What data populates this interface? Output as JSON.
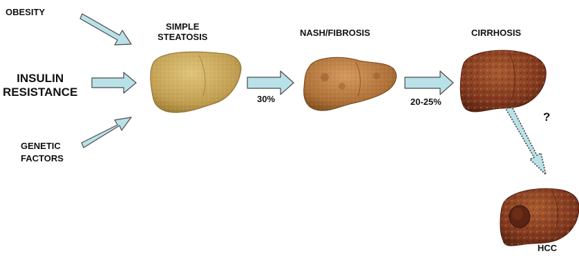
{
  "causes": {
    "obesity": "OBESITY",
    "insulin_line1": "INSULIN",
    "insulin_line2": "RESISTANCE",
    "genetic_line1": "GENETIC",
    "genetic_line2": "FACTORS"
  },
  "stages": {
    "steatosis_line1": "SIMPLE",
    "steatosis_line2": "STEATOSIS",
    "nash": "NASH/FIBROSIS",
    "cirrhosis": "CIRRHOSIS",
    "hcc": "HCC"
  },
  "transitions": {
    "steatosis_to_nash": "30%",
    "nash_to_cirrhosis": "20-25%",
    "cirrhosis_to_hcc": "?"
  },
  "colors": {
    "arrow_fill": "#b9e1e8",
    "arrow_stroke": "#4a4a4a",
    "steatosis_liver": "#c9a95a",
    "nash_liver": "#b57a42",
    "cirrhosis_liver": "#8a3e22",
    "hcc_liver": "#7f3520",
    "tumor": "#5a2414"
  }
}
